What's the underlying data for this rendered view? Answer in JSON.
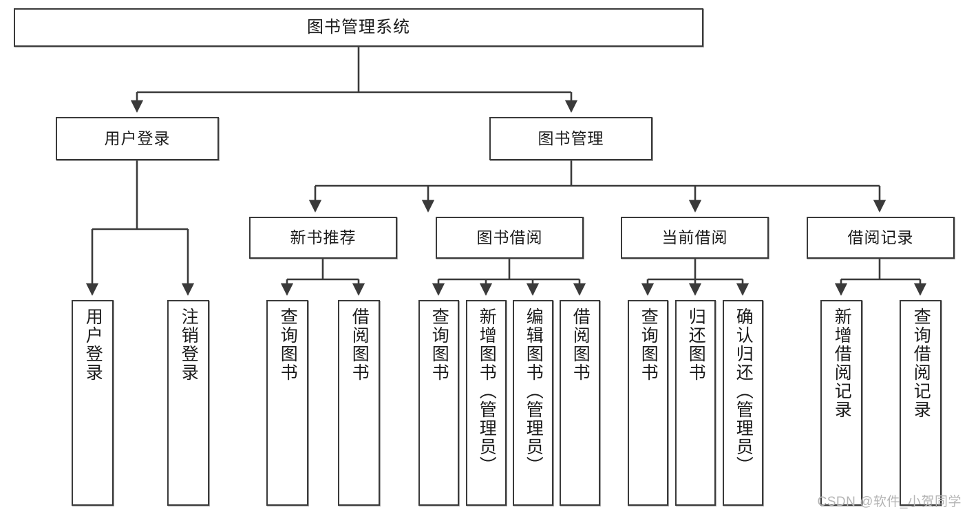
{
  "diagram": {
    "type": "tree-hierarchy",
    "title": "图书管理系统",
    "watermark": "CSDN @软件_小贺同学",
    "style": {
      "box_fill": "#ffffff",
      "box_border": "#3a3a3a",
      "connector": "#3a3a3a",
      "text": "#1b1b1b",
      "background": "#ffffff",
      "watermark_color": "#b4b4b4"
    },
    "nodes": {
      "root": {
        "label": "图书管理系统"
      },
      "level1": [
        {
          "id": "user-login",
          "label": "用户登录"
        },
        {
          "id": "book-manage",
          "label": "图书管理"
        }
      ],
      "level2": [
        {
          "id": "new-book-recommend",
          "label": "新书推荐"
        },
        {
          "id": "book-borrow",
          "label": "图书借阅"
        },
        {
          "id": "current-borrow",
          "label": "当前借阅"
        },
        {
          "id": "borrow-record",
          "label": "借阅记录"
        }
      ],
      "leaves": {
        "user_login": [
          {
            "id": "leaf-user-login",
            "label": "用户登录"
          },
          {
            "id": "leaf-logout",
            "label": "注销登录"
          }
        ],
        "new_book_recommend": [
          {
            "id": "leaf-query-book-1",
            "label": "查询图书"
          },
          {
            "id": "leaf-borrow-book-1",
            "label": "借阅图书"
          }
        ],
        "book_borrow": [
          {
            "id": "leaf-query-book-2",
            "label": "查询图书"
          },
          {
            "id": "leaf-add-book",
            "label": "新增图书（管理员）"
          },
          {
            "id": "leaf-edit-book",
            "label": "编辑图书（管理员）"
          },
          {
            "id": "leaf-borrow-book-2",
            "label": "借阅图书"
          }
        ],
        "current_borrow": [
          {
            "id": "leaf-query-book-3",
            "label": "查询图书"
          },
          {
            "id": "leaf-return-book",
            "label": "归还图书"
          },
          {
            "id": "leaf-confirm-return",
            "label": "确认归还（管理员）"
          }
        ],
        "borrow_record": [
          {
            "id": "leaf-add-record",
            "label": "新增借阅记录"
          },
          {
            "id": "leaf-query-record",
            "label": "查询借阅记录"
          }
        ]
      }
    }
  }
}
